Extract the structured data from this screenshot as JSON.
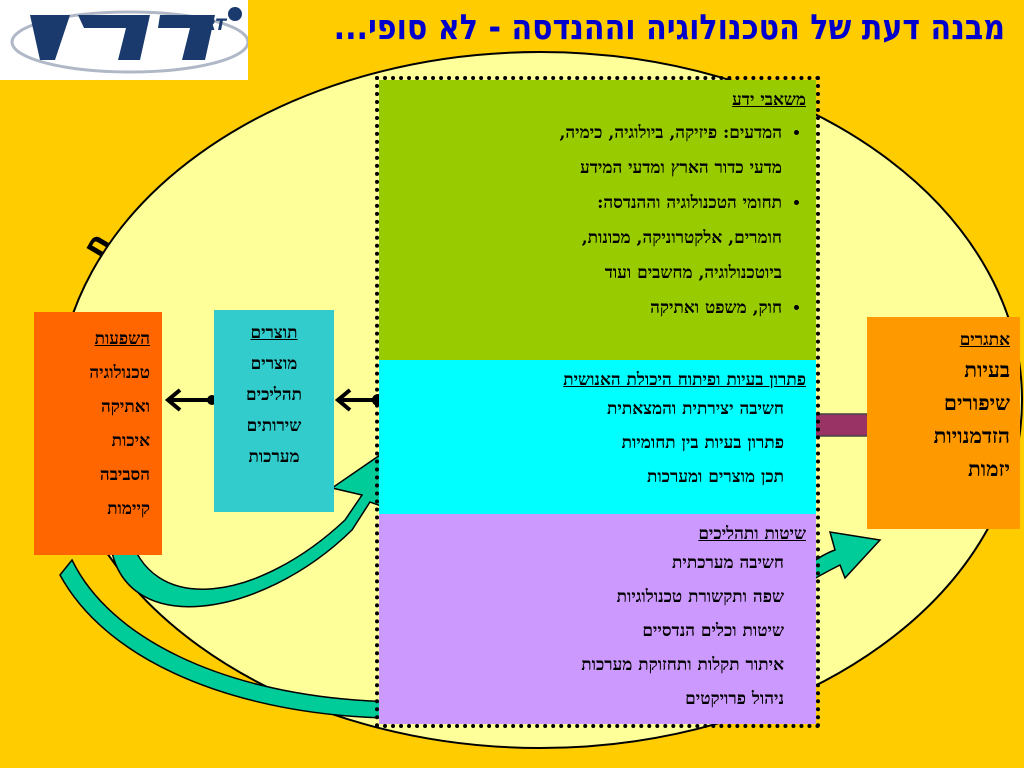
{
  "logo": {
    "main": "ORT אורט"
  },
  "title": "מבנה דעת של הטכנולוגיה וההנדסה - לא סופי...",
  "curved_label": "חברה תרבות וסביבה",
  "knowledge": {
    "header": "משאבי ידע",
    "bullets": [
      [
        "המדעים: פיזיקה, ביולוגיה, כימיה,",
        "מדעי כדור הארץ ומדעי המידע"
      ],
      [
        "תחומי הטכנולוגיה וההנדסה:",
        "חומרים, אלקטרוניקה, מכונות,",
        "ביוטכנולוגיה, מחשבים ועוד"
      ],
      [
        "חוק, משפט ואתיקה"
      ]
    ]
  },
  "problem_solving": {
    "header": "פתרון בעיות ופיתוח היכולת האנושית",
    "lines": [
      "חשיבה יצירתית והמצאתית",
      "פתרון בעיות בין תחומיות",
      "תכן מוצרים ומערכות"
    ]
  },
  "methods": {
    "header": "שיטות ותהליכים",
    "lines": [
      "חשיבה מערכתית",
      "שפה ותקשורת טכנולוגיות",
      "שיטות וכלים  הנדסיים",
      "איתור תקלות ותחזוקת מערכות",
      "ניהול פרויקטים"
    ]
  },
  "products": {
    "header": "תוצרים",
    "lines": [
      "מוצרים",
      "תהליכים",
      "שירותים",
      "מערכות"
    ]
  },
  "impacts": {
    "header": "השפעות",
    "lines": [
      "טכנולוגיה",
      "ואתיקה",
      "איכות",
      "הסביבה",
      "קיימות"
    ]
  },
  "challenges": {
    "header": "אתגרים",
    "lines": [
      "בעיות",
      "שיפורים",
      "הזדמנויות",
      "יזמות"
    ]
  },
  "colors": {
    "background": "#FFCC00",
    "ellipse": "#FFFF99",
    "title": "#0000CC",
    "knowledge": "#99CC00",
    "problem_solving": "#00FFFF",
    "methods": "#CC99FF",
    "products": "#33CCCC",
    "impacts": "#FF6600",
    "challenges": "#FF9900",
    "double_arrow": "#993366",
    "curved_arrows": "#00CC99"
  }
}
